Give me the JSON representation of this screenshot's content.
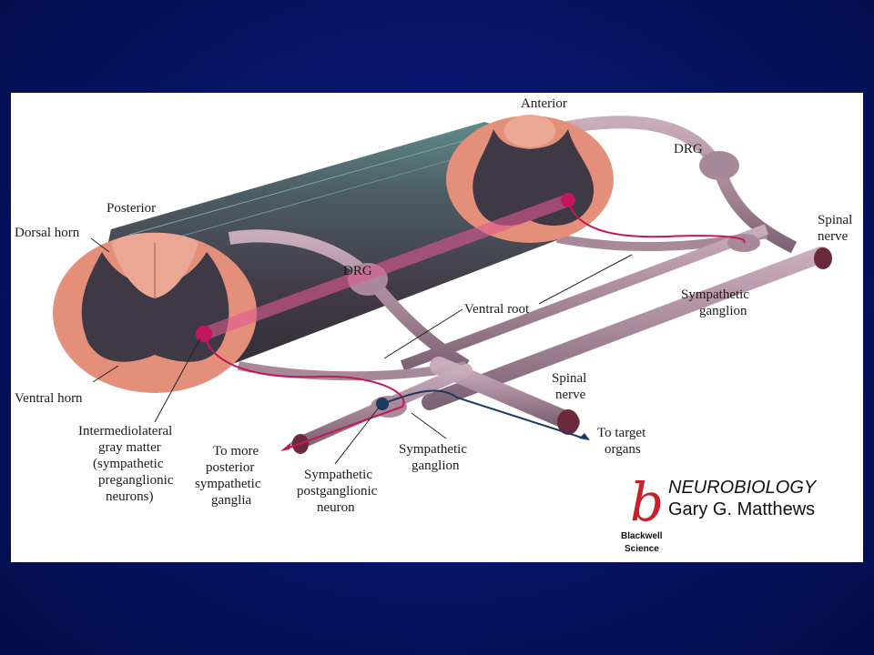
{
  "labels": {
    "anterior": "Anterior",
    "posterior": "Posterior",
    "dorsal_horn": "Dorsal horn",
    "ventral_horn": "Ventral horn",
    "drg_front": "DRG",
    "drg_back": "DRG",
    "ventral_root": "Ventral root",
    "spinal_nerve_back": [
      "Spinal",
      "nerve"
    ],
    "spinal_nerve_front": [
      "Spinal",
      "nerve"
    ],
    "sympathetic_ganglion_back": [
      "Sympathetic",
      "ganglion"
    ],
    "sympathetic_ganglion_front": [
      "Sympathetic",
      "ganglion"
    ],
    "intermediolateral": [
      "Intermediolateral",
      "gray matter",
      "(sympathetic",
      "preganglionic",
      "neurons)"
    ],
    "to_more_posterior": [
      "To more",
      "posterior",
      "sympathetic",
      "ganglia"
    ],
    "postganglionic": [
      "Sympathetic",
      "postganglionic",
      "neuron"
    ],
    "to_target_organs": [
      "To target",
      "organs"
    ]
  },
  "branding": {
    "logo_letter": "b",
    "title": "NEUROBIOLOGY",
    "author": "Gary G. Matthews",
    "publisher": [
      "Blackwell",
      "Science"
    ]
  },
  "colors": {
    "background": "#071466",
    "cord_gray": "#4a4550",
    "white_matter": "#e38f7a",
    "dorsal_horn": "#eaa894",
    "nerve": "#a8899a",
    "preganglionic": "#c2185b",
    "postganglionic": "#1e3a5f",
    "logo": "#c8202a"
  }
}
